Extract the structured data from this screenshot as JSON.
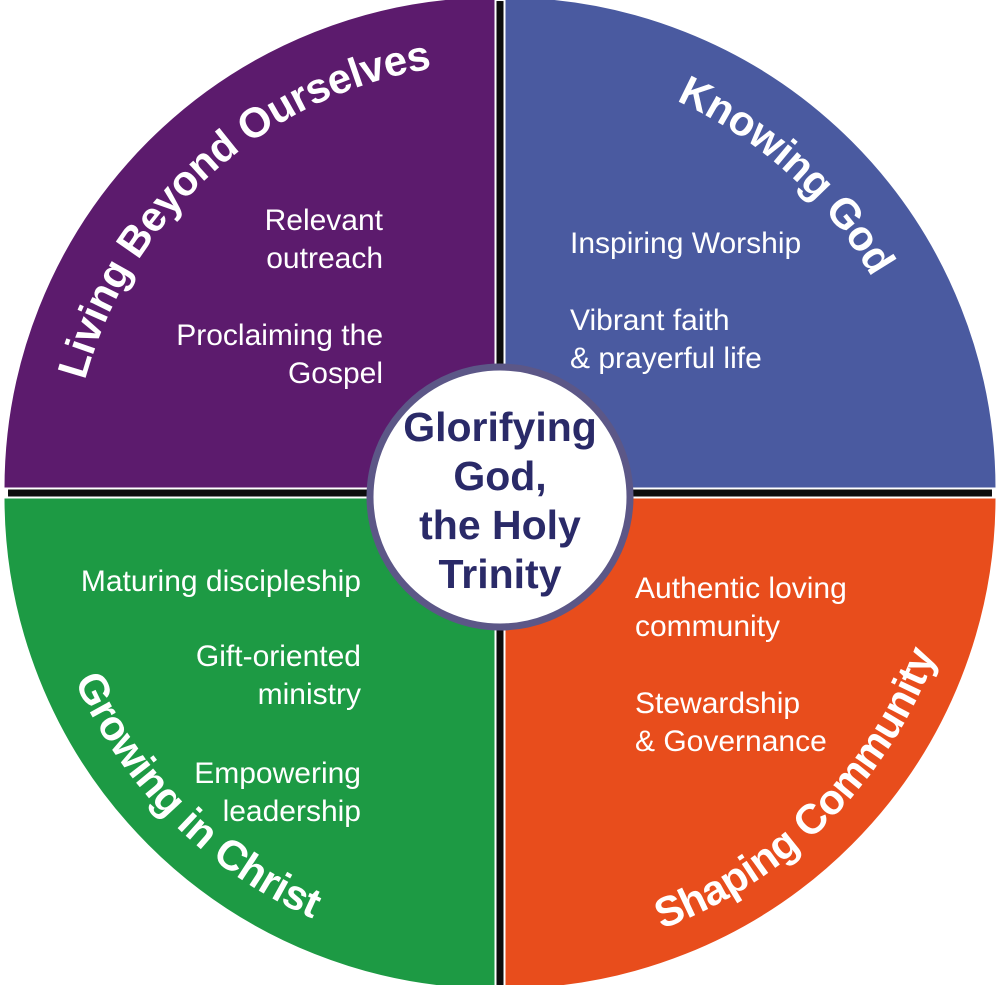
{
  "diagram": {
    "type": "quadrant-wheel",
    "center": {
      "lines": [
        "Glorifying",
        "God,",
        "the Holy",
        "Trinity"
      ],
      "text_color": "#2A2A68",
      "ring_color": "#5C5787",
      "fill_color": "#FFFFFF"
    },
    "divider_color": "#0D0D0D",
    "quadrants": [
      {
        "name": "Living Beyond Ourselves",
        "position": "top-left",
        "color": "#5C1B6D",
        "items": [
          {
            "lines": [
              "Relevant",
              "outreach"
            ]
          },
          {
            "lines": [
              "Proclaiming the",
              "Gospel"
            ]
          }
        ]
      },
      {
        "name": "Knowing God",
        "position": "top-right",
        "color": "#4A5AA0",
        "items": [
          {
            "lines": [
              "Inspiring Worship"
            ]
          },
          {
            "lines": [
              "Vibrant faith",
              "& prayerful life"
            ]
          }
        ]
      },
      {
        "name": "Growing in Christ",
        "position": "bottom-left",
        "color": "#1D9A44",
        "items": [
          {
            "lines": [
              "Maturing discipleship"
            ]
          },
          {
            "lines": [
              "Gift-oriented",
              "ministry"
            ]
          },
          {
            "lines": [
              "Empowering",
              "leadership"
            ]
          }
        ]
      },
      {
        "name": "Shaping Community",
        "position": "bottom-right",
        "color": "#E84D1C",
        "items": [
          {
            "lines": [
              "Authentic loving",
              "community"
            ]
          },
          {
            "lines": [
              "Stewardship",
              "& Governance"
            ]
          }
        ]
      }
    ]
  }
}
